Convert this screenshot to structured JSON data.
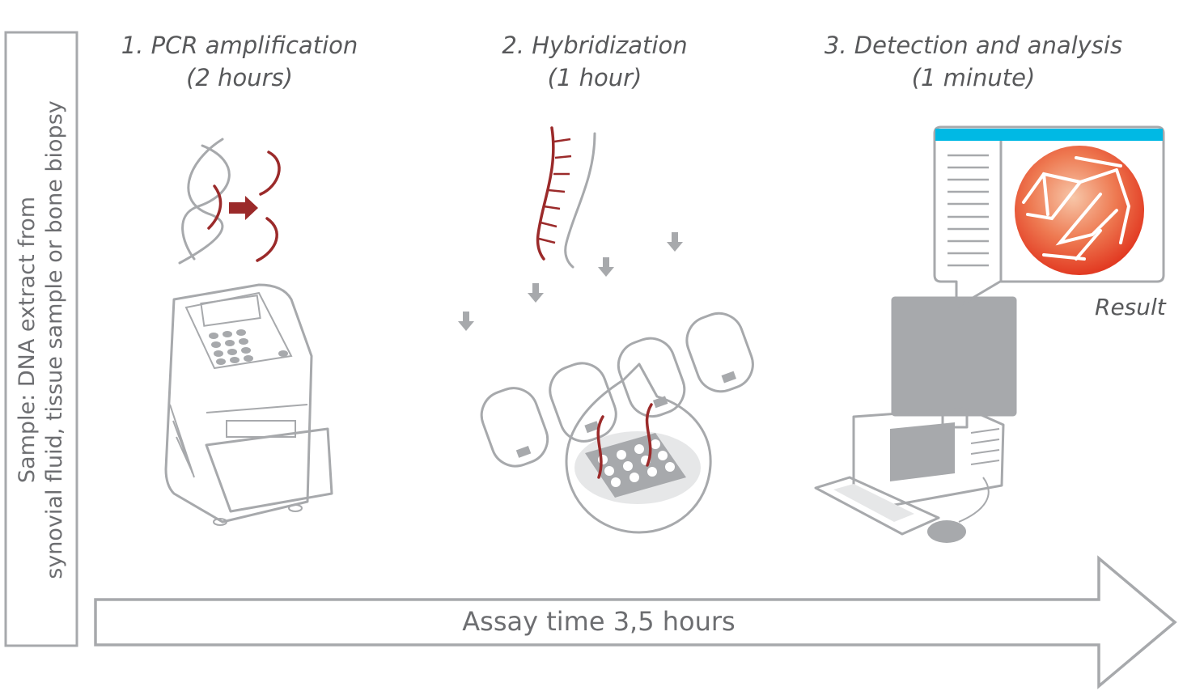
{
  "sample_label": {
    "line1": "Sample: DNA extract from",
    "line2": "synovial fluid, tissue sample or bone biopsy"
  },
  "steps": [
    {
      "title": "1. PCR amplification",
      "duration": "(2 hours)"
    },
    {
      "title": "2. Hybridization",
      "duration": "(1 hour)"
    },
    {
      "title": "3. Detection and analysis",
      "duration": "(1 minute)"
    }
  ],
  "result_label": "Result",
  "timeline_label": "Assay time 3,5 hours",
  "colors": {
    "outline": "#a7a9ac",
    "dna_red": "#9b2a2a",
    "accent_cyan": "#00b9e4",
    "result_orange": "#e8442a",
    "text": "#58595b"
  }
}
